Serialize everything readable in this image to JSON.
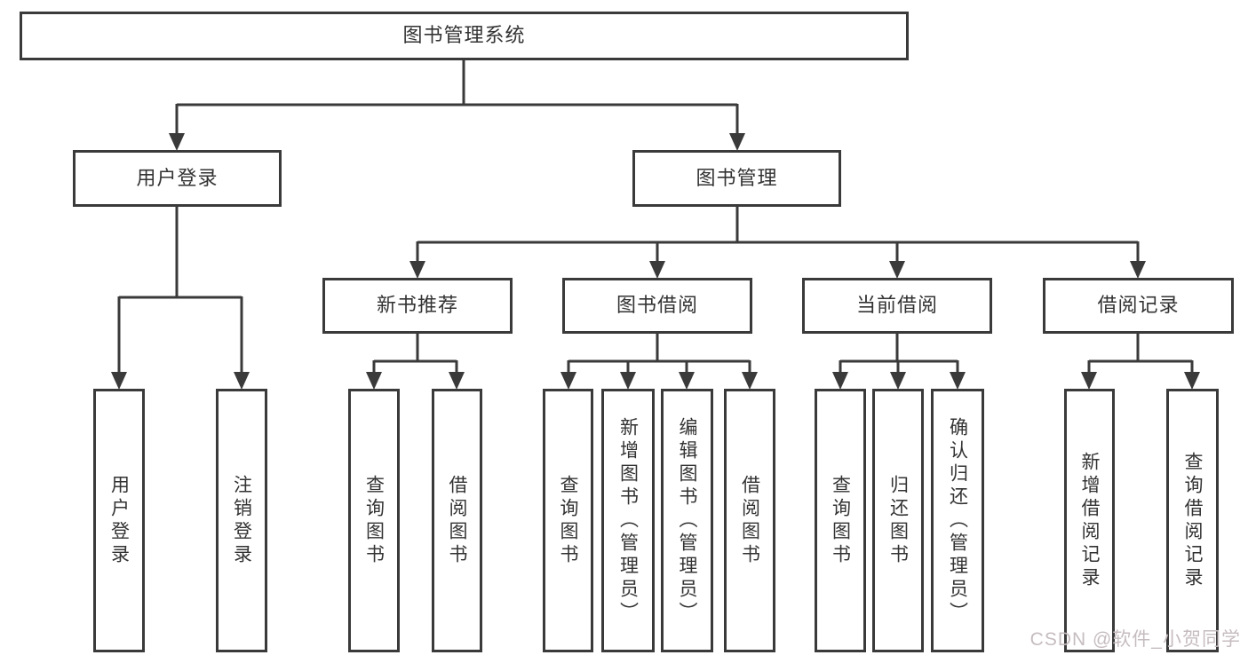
{
  "tree": {
    "root": {
      "label": "图书管理系统"
    },
    "branches": [
      {
        "label": "用户登录",
        "children": [
          {
            "label": "用户登录"
          },
          {
            "label": "注销登录"
          }
        ]
      },
      {
        "label": "图书管理",
        "groups": [
          {
            "label": "新书推荐",
            "children": [
              {
                "label": "查询图书"
              },
              {
                "label": "借阅图书"
              }
            ]
          },
          {
            "label": "图书借阅",
            "children": [
              {
                "label": "查询图书"
              },
              {
                "label": "新增图书（管理员）"
              },
              {
                "label": "编辑图书（管理员）"
              },
              {
                "label": "借阅图书"
              }
            ]
          },
          {
            "label": "当前借阅",
            "children": [
              {
                "label": "查询图书"
              },
              {
                "label": "归还图书"
              },
              {
                "label": "确认归还（管理员）"
              }
            ]
          },
          {
            "label": "借阅记录",
            "children": [
              {
                "label": "新增借阅记录"
              },
              {
                "label": "查询借阅记录"
              }
            ]
          }
        ]
      }
    ]
  },
  "watermark": "CSDN @软件_小贺同学",
  "colors": {
    "line": "#3a3a3a",
    "text": "#333333",
    "background": "#ffffff",
    "watermark": "#c6bcbf"
  }
}
